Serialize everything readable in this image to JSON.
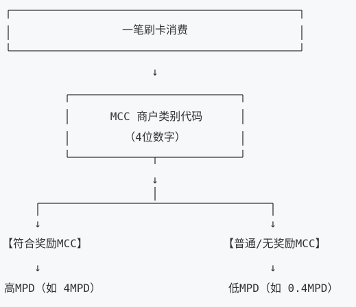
{
  "transaction_box": {
    "label": "一笔刷卡消费"
  },
  "mcc_box": {
    "line1": "MCC 商户类别代码",
    "line2": "（4位数字）"
  },
  "arrow_glyph": "↓",
  "left_branch": {
    "category": "【符合奖励MCC】",
    "result": "高MPD（如 4MPD）"
  },
  "right_branch": {
    "category": "【普通/无奖励MCC】",
    "result": "低MPD（如 0.4MPD）"
  }
}
